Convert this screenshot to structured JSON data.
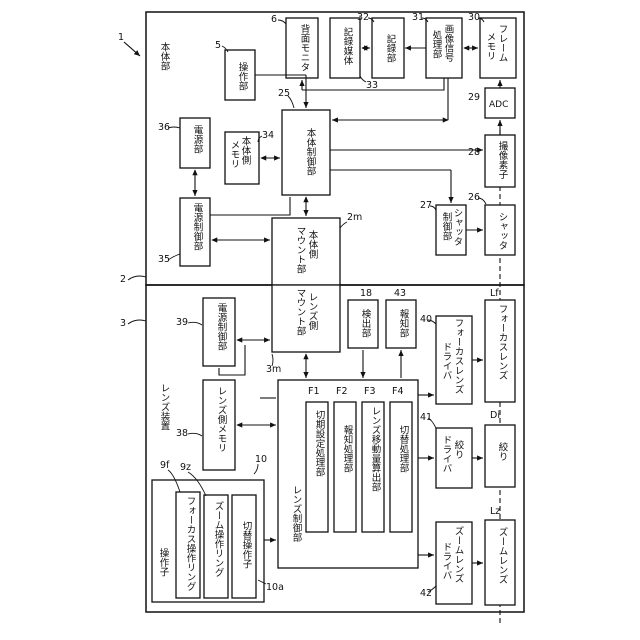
{
  "blocks": {
    "body_unit": "本体部",
    "rear_monitor": "背面モニタ",
    "recording_media": "記録媒体",
    "recording_unit": "記録部",
    "image_signal_processor_line1": "画像信号",
    "image_signal_processor_line2": "処理部",
    "frame_memory_line1": "フレーム",
    "frame_memory_line2": "メモリ",
    "adc": "ADC",
    "image_sensor": "撮像素子",
    "shutter": "シャッタ",
    "shutter_control_line1": "シャッタ",
    "shutter_control_line2": "制御部",
    "operation_unit": "操作部",
    "body_control": "本体制御部",
    "body_memory_line1": "本体側",
    "body_memory_line2": "メモリ",
    "power_unit": "電源部",
    "power_control": "電源制御部",
    "body_mount_line1": "本体側",
    "body_mount_line2": "マウント部",
    "lens_mount_line1": "レンズ側",
    "lens_mount_line2": "マウント部",
    "lens_power_control": "電源制御部",
    "detection_unit": "検出部",
    "notification_unit": "報知部",
    "lens_device": "レンズ装置",
    "lens_memory": "レンズ側メモリ",
    "lens_control": "レンズ制御部",
    "period_setting": "切期設定処理部",
    "notify_processing": "報知処理部",
    "lens_movement_calc": "レンズ移動量算出部",
    "switch_processing": "切替処理部",
    "operator_group": "操作子",
    "focus_ring": "フォーカス操作リング",
    "zoom_ring": "ズーム操作リング",
    "switch_operator": "切替操作子",
    "focus_driver_line1": "フォーカスレンズ",
    "focus_driver_line2": "ドライバ",
    "aperture_driver_line1": "絞り",
    "aperture_driver_line2": "ドライバ",
    "zoom_driver_line1": "ズームレンズ",
    "zoom_driver_line2": "ドライバ",
    "focus_lens": "フォーカスレンズ",
    "aperture": "絞り",
    "zoom_lens": "ズームレンズ"
  },
  "refs": {
    "r1": "1",
    "r2": "2",
    "r3": "3",
    "r5": "5",
    "r6": "6",
    "r10": "10",
    "r10a": "10a",
    "r18": "18",
    "r25": "25",
    "r26": "26",
    "r27": "27",
    "r28": "28",
    "r29": "29",
    "r30": "30",
    "r31": "31",
    "r32": "32",
    "r33": "33",
    "r34": "34",
    "r35": "35",
    "r36": "36",
    "r38": "38",
    "r39": "39",
    "r40": "40",
    "r41": "41",
    "r42": "42",
    "r43": "43",
    "r2m": "2m",
    "r3m": "3m",
    "r9f": "9f",
    "r9z": "9z",
    "Lf": "Lf",
    "Di": "Di",
    "Lz": "Lz",
    "F1": "F1",
    "F2": "F2",
    "F3": "F3",
    "F4": "F4"
  }
}
